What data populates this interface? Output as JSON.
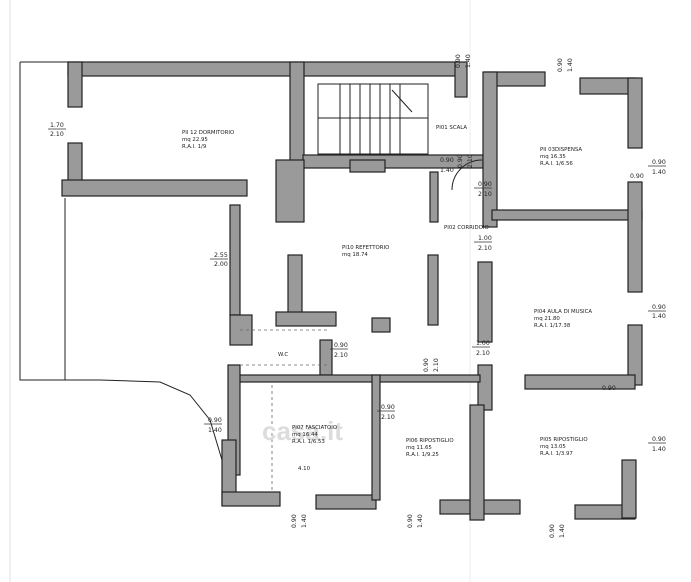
{
  "rooms": [
    {
      "name": "PII 12 DORMITORIO",
      "area": "mq 22.95",
      "rai": "R.A.I. 1/9"
    },
    {
      "name": "PI01 SCALA"
    },
    {
      "name": "PII 03DISPENSA",
      "area": "mq 16.35",
      "rai": "R.A.I. 1/6.56"
    },
    {
      "name": "PI10 REFETTORIO",
      "area": "mq 18.74"
    },
    {
      "name": "PI02 CORRIDOIO"
    },
    {
      "name": "PI04 AULA DI MUSICA",
      "area": "mq 21.80",
      "rai": "R.A.I. 1/17.38"
    },
    {
      "name": "PI07 FASCIATOIO",
      "area": "mq 16.44",
      "rai": "R.A.I. 1/6.53"
    },
    {
      "name": "PI06 RIPOSTIGLIO",
      "area": "mq 11.65",
      "rai": "R.A.I. 1/9.25"
    },
    {
      "name": "PI05 RIPOSTIGLIO",
      "area": "mq 13.05",
      "rai": "R.A.I. 1/3.97"
    }
  ],
  "dimensions": {
    "d1": {
      "top": "1.70",
      "bottom": "2.10"
    },
    "d2": {
      "top": "0.90",
      "bottom": "1.40"
    },
    "d3": {
      "top": "0.90",
      "bottom": "1.40"
    },
    "d4": {
      "top": "0.90",
      "bottom": "2.10"
    },
    "d5": {
      "top": "0.90",
      "bottom": "1.40"
    },
    "d6": {
      "top": "1.00",
      "bottom": "2.10"
    },
    "d7": {
      "top": "0.90",
      "bottom": "1.40"
    },
    "d8": {
      "top": "1.00",
      "bottom": "2.10"
    },
    "d9": {
      "top": "0.90",
      "bottom": "1.40"
    },
    "d10": {
      "top": "2.55",
      "bottom": "2.00"
    },
    "d11": {
      "top": "0.90",
      "bottom": "2.10"
    },
    "d12": {
      "top": "0.90",
      "bottom": "2.10"
    },
    "d13": {
      "top": "0.90",
      "bottom": "2.10"
    },
    "d14": {
      "top": "0.90",
      "bottom": "1.40"
    },
    "d15": {
      "top": "0.90",
      "bottom": "1.40"
    },
    "d16": {
      "top": "0.90",
      "bottom": "1.40"
    },
    "d17": {
      "top": "0.90",
      "bottom": "1.40"
    },
    "d18": {
      "top": "0.90",
      "bottom": "1.40"
    },
    "d19": {
      "top": "0.90",
      "bottom": "1.40"
    },
    "d20": {
      "top": "0.90",
      "bottom": "1.40"
    },
    "d21": {
      "top": "0.90",
      "bottom": "2.10"
    }
  },
  "misc": {
    "wc": "W.C",
    "floor_note": "4.10"
  },
  "watermark": "casa.it"
}
